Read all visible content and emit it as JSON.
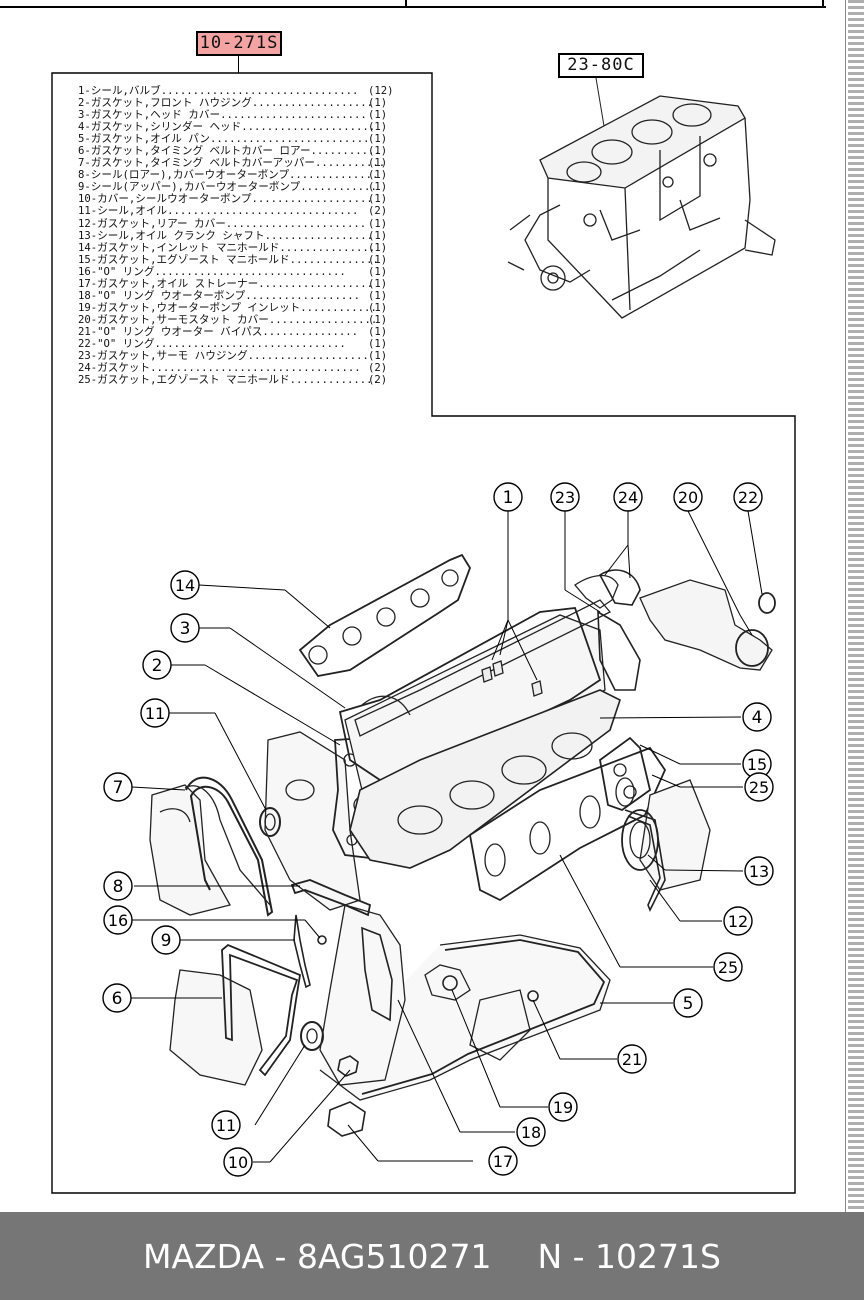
{
  "header": {
    "part_number_tag": "10-271S",
    "reference_tag": "23-80C"
  },
  "parts_list": [
    {
      "no": "1",
      "name": "-シール,バルブ",
      "qty": "(12)"
    },
    {
      "no": "2",
      "name": "-ガスケット,フロント ハウジング",
      "qty": "(1)"
    },
    {
      "no": "3",
      "name": "-ガスケット,ヘッド カバー",
      "qty": "(1)"
    },
    {
      "no": "4",
      "name": "-ガスケット,シリンダー ヘッド",
      "qty": "(1)"
    },
    {
      "no": "5",
      "name": "-ガスケット,オイル パン",
      "qty": "(1)"
    },
    {
      "no": "6",
      "name": "-ガスケット,タイミング ベルトカバー ロアー",
      "qty": "(1)"
    },
    {
      "no": "7",
      "name": "-ガスケット,タイミング ベルトカバーアッパー",
      "qty": "(1)"
    },
    {
      "no": "8",
      "name": "-シール(ロアー),カバーウオーターポンプ",
      "qty": "(1)"
    },
    {
      "no": "9",
      "name": "-シール(アッパー),カバーウオーターポンプ",
      "qty": "(1)"
    },
    {
      "no": "10",
      "name": "-カバー,シールウオーターポンプ",
      "qty": "(1)"
    },
    {
      "no": "11",
      "name": "-シール,オイル",
      "qty": "(2)"
    },
    {
      "no": "12",
      "name": "-ガスケット,リアー カバー",
      "qty": "(1)"
    },
    {
      "no": "13",
      "name": "-シール,オイル クランク シャフト",
      "qty": "(1)"
    },
    {
      "no": "14",
      "name": "-ガスケット,インレット マニホールド",
      "qty": "(1)"
    },
    {
      "no": "15",
      "name": "-ガスケット,エグゾースト マニホールド",
      "qty": "(1)"
    },
    {
      "no": "16",
      "name": "-\"O\" リング",
      "qty": "(1)"
    },
    {
      "no": "17",
      "name": "-ガスケット,オイル ストレーナー",
      "qty": "(1)"
    },
    {
      "no": "18",
      "name": "-\"O\" リング ウオーターポンプ",
      "qty": "(1)"
    },
    {
      "no": "19",
      "name": "-ガスケット,ウオーターポンプ インレット",
      "qty": "(1)"
    },
    {
      "no": "20",
      "name": "-ガスケット,サーモスタット カバー",
      "qty": "(1)"
    },
    {
      "no": "21",
      "name": "-\"O\" リング ウオーター バイパス",
      "qty": "(1)"
    },
    {
      "no": "22",
      "name": "-\"O\" リング",
      "qty": "(1)"
    },
    {
      "no": "23",
      "name": "-ガスケット,サーモ ハウジング",
      "qty": "(1)"
    },
    {
      "no": "24",
      "name": "-ガスケット",
      "qty": "(2)"
    },
    {
      "no": "25",
      "name": "-ガスケット,エグゾースト マニホールド",
      "qty": "(2)"
    }
  ],
  "callouts": [
    "1",
    "23",
    "24",
    "20",
    "22",
    "14",
    "3",
    "2",
    "11",
    "4",
    "15",
    "7",
    "25",
    "13",
    "8",
    "12",
    "16",
    "9",
    "25",
    "5",
    "6",
    "21",
    "11",
    "19",
    "18",
    "10",
    "17"
  ],
  "footer": {
    "brand_part": "MAZDA - 8AG510271",
    "kit_code": "N - 10271S"
  }
}
